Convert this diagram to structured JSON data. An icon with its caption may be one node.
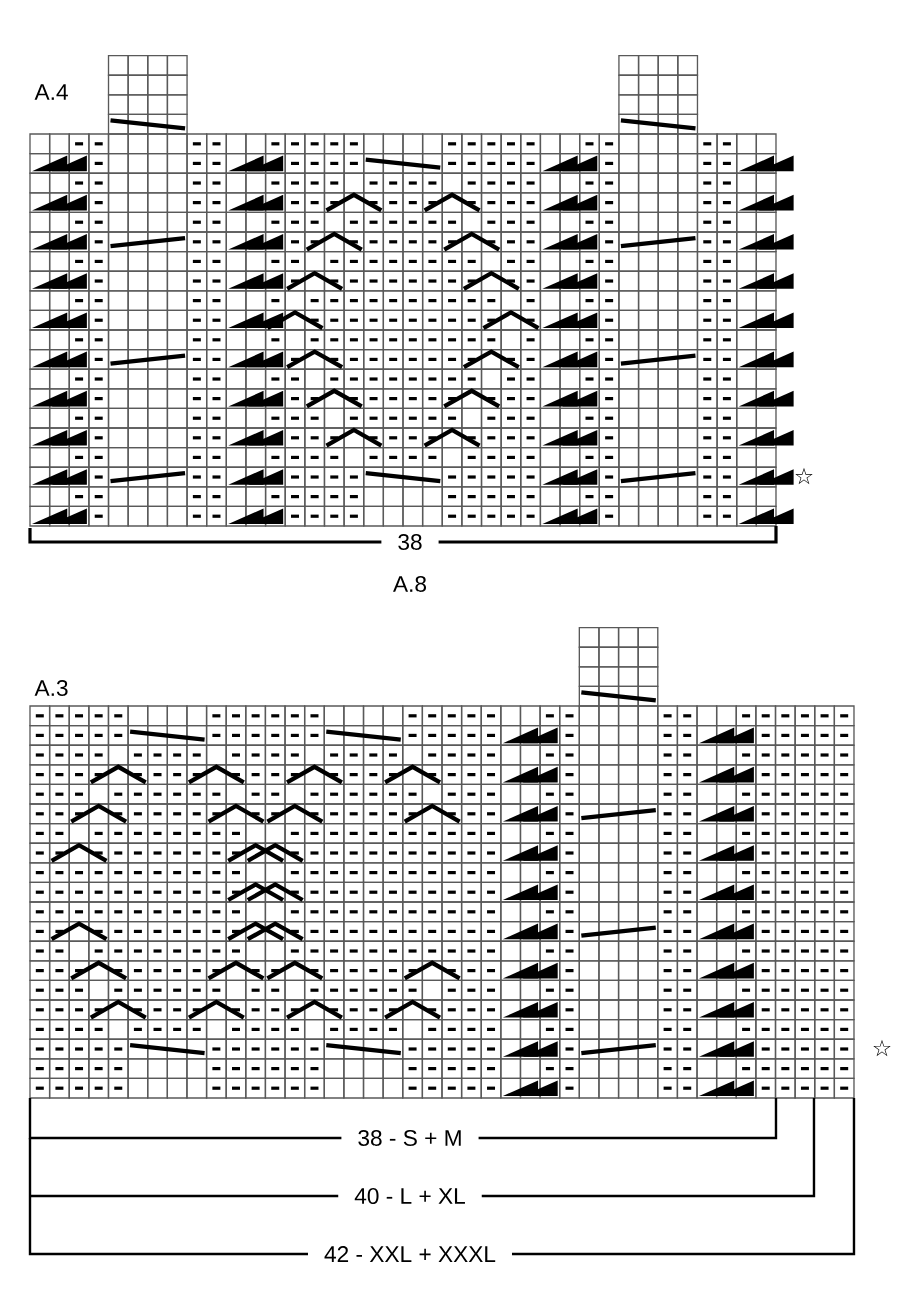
{
  "diagram": {
    "labels": [
      "A.4",
      "38",
      "A.8",
      "☆",
      "A.3",
      "38 - S + M",
      "40 - L + XL",
      "42 - XXL + XXXL",
      "☆"
    ]
  }
}
